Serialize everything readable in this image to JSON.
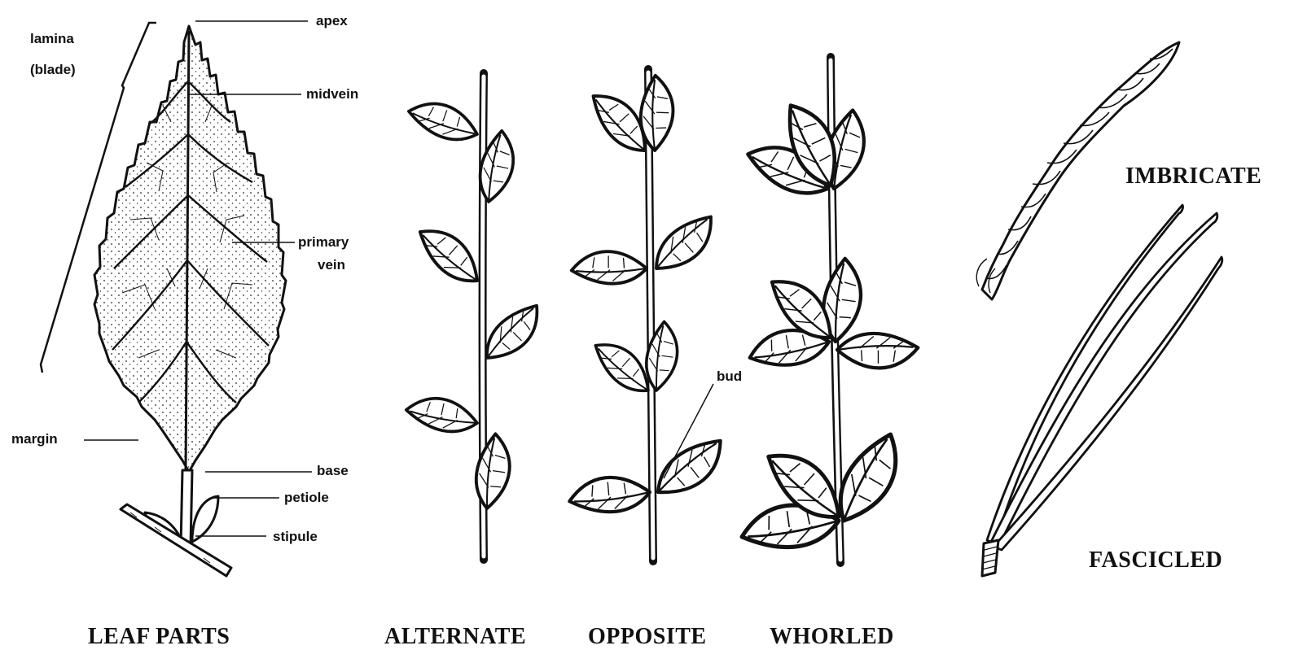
{
  "leaf_parts": {
    "caption": "LEAF PARTS",
    "labels": {
      "lamina": "lamina",
      "blade": "(blade)",
      "apex": "apex",
      "midvein": "midvein",
      "primary_vein_1": "primary",
      "primary_vein_2": "vein",
      "margin": "margin",
      "base": "base",
      "petiole": "petiole",
      "stipule": "stipule"
    }
  },
  "arrangements": {
    "alternate": "ALTERNATE",
    "opposite": "OPPOSITE",
    "whorled": "WHORLED",
    "bud": "bud"
  },
  "needles": {
    "imbricate": "IMBRICATE",
    "fascicled": "FASCICLED"
  }
}
